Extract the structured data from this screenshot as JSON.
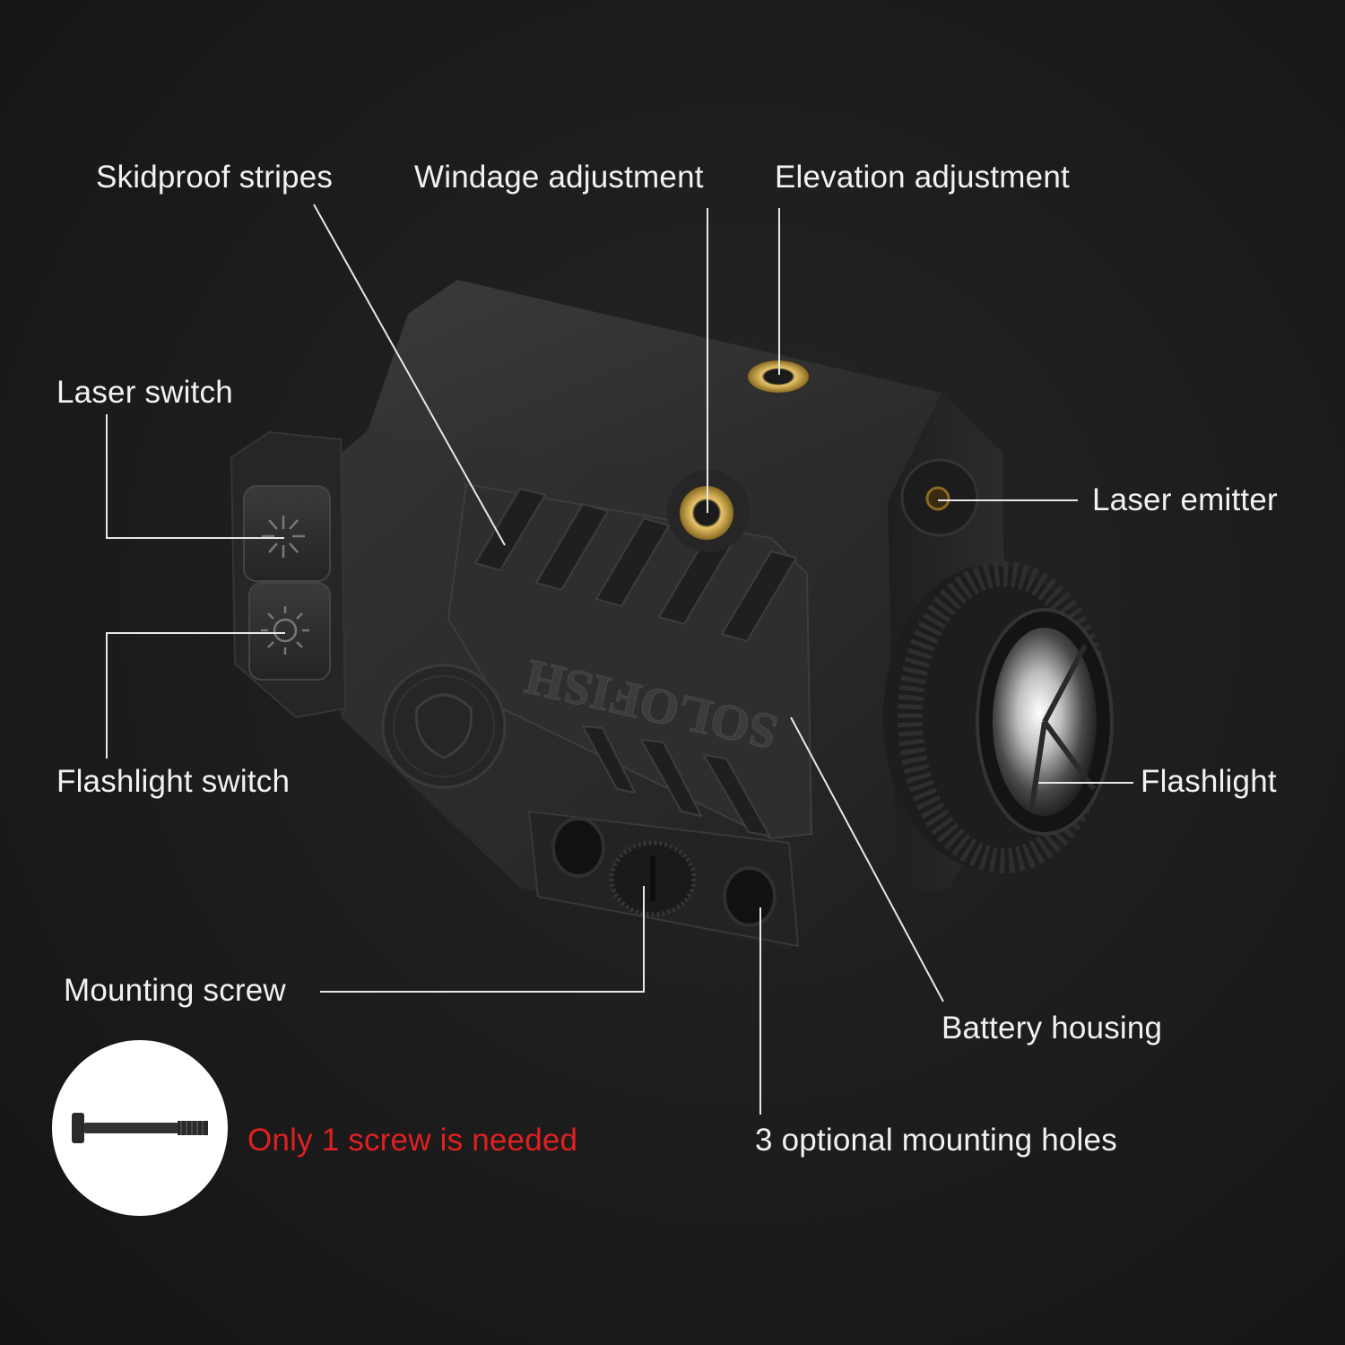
{
  "brand": {
    "logo_text": "SOLOFISH"
  },
  "callouts": {
    "skidproof_stripes": "Skidproof stripes",
    "windage_adjustment": "Windage adjustment",
    "elevation_adjustment": "Elevation adjustment",
    "laser_switch": "Laser switch",
    "laser_emitter": "Laser emitter",
    "flashlight_switch": "Flashlight switch",
    "flashlight": "Flashlight",
    "mounting_screw": "Mounting screw",
    "battery_housing": "Battery housing",
    "mounting_holes": "3 optional mounting holes"
  },
  "note": {
    "text": "Only 1 screw is needed"
  },
  "colors": {
    "background": "#1c1c1c",
    "label_text": "#f2f2f2",
    "note_text": "#e02020",
    "leader_line": "#e8e8e8",
    "body": "#2b2b2b",
    "brass": "#c9a24a"
  },
  "icons": {
    "laser_button": "laser-burst-icon",
    "flashlight_button": "sun-icon"
  }
}
